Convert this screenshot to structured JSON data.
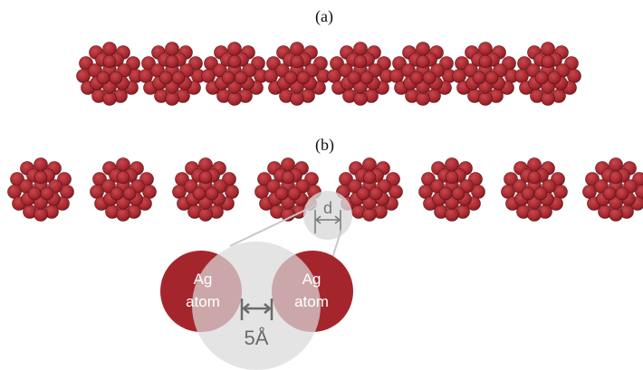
{
  "panel_a": {
    "label": "(a)",
    "cluster_count": 8
  },
  "panel_b": {
    "label": "(b)",
    "cluster_count": 8,
    "gap_label": "d"
  },
  "inset": {
    "left_atom_label_line1": "Ag",
    "left_atom_label_line2": "atom",
    "right_atom_label_line1": "Ag",
    "right_atom_label_line2": "atom",
    "distance_label": "5Å"
  },
  "colors": {
    "atom_fill": "#a4262c",
    "atom_dark": "#6e1a20",
    "atom_highlight": "#c0444a",
    "magnifier": "#d9d9d9",
    "dimension": "#777777"
  }
}
